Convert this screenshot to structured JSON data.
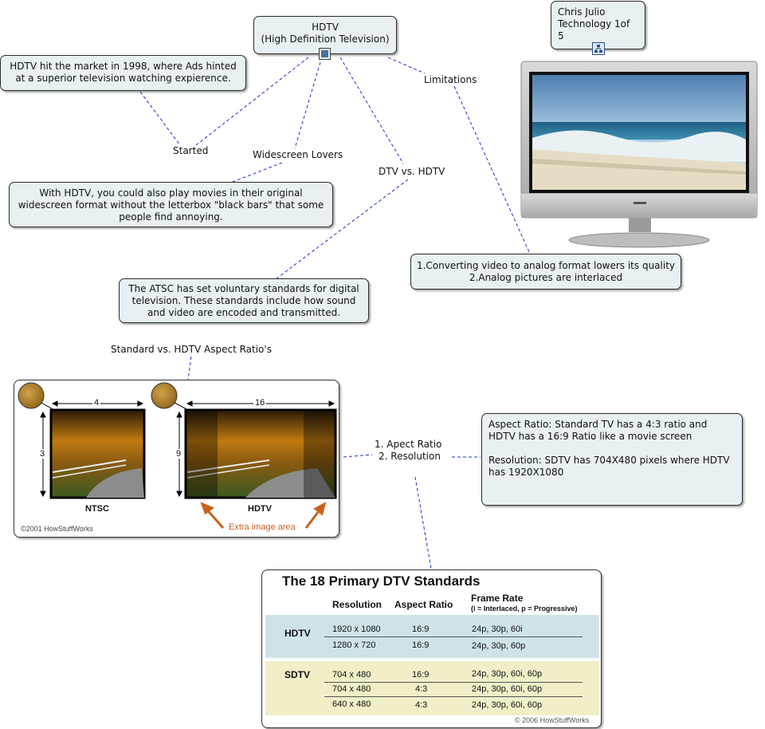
{
  "nodes": {
    "hdtv_title_line1": "HDTV",
    "hdtv_title_line2": "(High Definition Television)",
    "author_line1": "Chris Julio",
    "author_line2": "Technology 1of 5",
    "started_text": "HDTV hit the market in 1998, where Ads hinted at a superior television watching expierence.",
    "widescreen_text": "With HDTV, you could also play movies in their original widescreen format without the letterbox \"black bars\" that some people find annoying.",
    "limitations_line1": "1.Converting video to analog format lowers its quality",
    "limitations_line2": "2.Analog pictures are interlaced",
    "atsc_text": "The ATSC has set voluntary standards for digital television.  These standards include how sound and video are encoded and transmitted.",
    "aspect_line1": "Aspect Ratio: Standard TV has a 4:3 ratio and HDTV has a 16:9 Ratio like a movie screen",
    "aspect_line2": "Resolution:  SDTV has 704X480 pixels where HDTV has 1920X1080"
  },
  "links": {
    "started": "Started",
    "widescreen": "Widescreen Lovers",
    "dtv_vs_hdtv": "DTV vs. HDTV",
    "limitations": "Limitations",
    "aspect_ratios": "Standard vs. HDTV Aspect Ratio's",
    "list_line1": "1.  Apect Ratio",
    "list_line2": "2. Resolution"
  },
  "aspect_image": {
    "ntsc_width": "4",
    "ntsc_height": "3",
    "ntsc_label": "NTSC",
    "hdtv_width": "16",
    "hdtv_height": "9",
    "hdtv_label": "HDTV",
    "extra_area": "Extra image area",
    "copyright": "©2001 HowStuffWorks"
  },
  "standards_table": {
    "title": "The 18 Primary DTV Standards",
    "col_resolution": "Resolution",
    "col_aspect": "Aspect Ratio",
    "col_frame": "Frame Rate",
    "col_frame_note": "(i = Interlaced,  p = Progressive)",
    "hdtv_label": "HDTV",
    "sdtv_label": "SDTV",
    "hdtv_rows": [
      {
        "res": "1920 x 1080",
        "aspect": "16:9",
        "rate": "24p,  30p,  60i"
      },
      {
        "res": "1280 x 720",
        "aspect": "16:9",
        "rate": "24p,  30p,  60p"
      }
    ],
    "sdtv_rows": [
      {
        "res": "704 x 480",
        "aspect": "16:9",
        "rate": "24p, 30p, 60i, 60p"
      },
      {
        "res": "704 x 480",
        "aspect": "4:3",
        "rate": "24p, 30p, 60i, 60p"
      },
      {
        "res": "640 x 480",
        "aspect": "4:3",
        "rate": "24p, 30p, 60i, 60p"
      }
    ],
    "copyright": "© 2006 HowStuffWorks"
  },
  "colors": {
    "node_fill": "#e8f0f3",
    "link_line": "#2233bb",
    "hdtv_band": "#cfe3e6",
    "sdtv_band": "#f0efc8"
  }
}
